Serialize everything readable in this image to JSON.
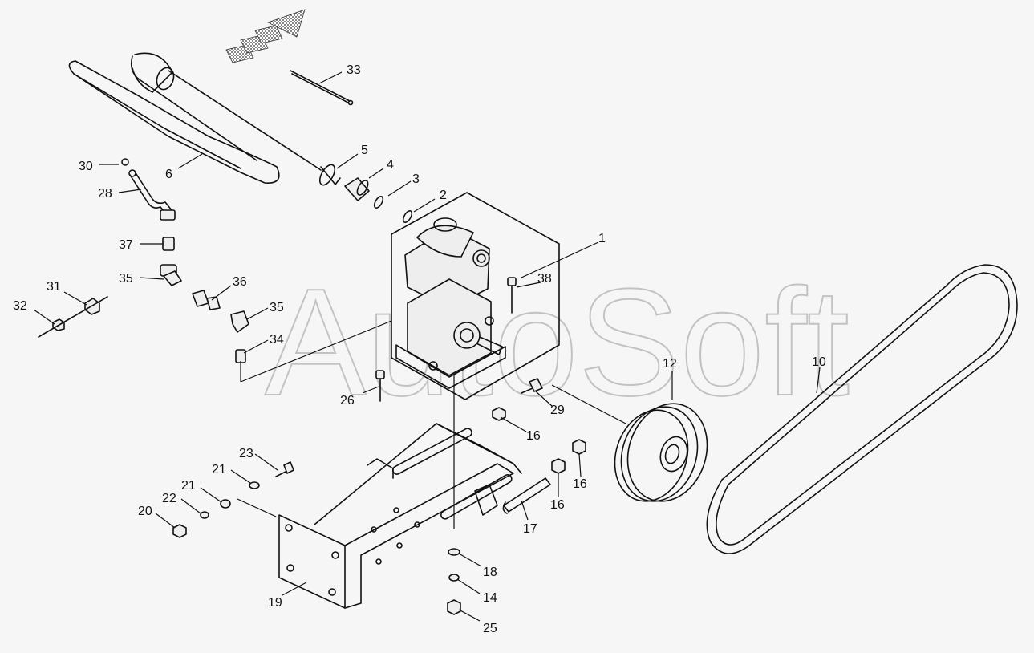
{
  "watermark": "AutoSoft",
  "callouts": {
    "c1": "1",
    "c2": "2",
    "c3": "3",
    "c4": "4",
    "c5": "5",
    "c6": "6",
    "c10": "10",
    "c12": "12",
    "c14": "14",
    "c16a": "16",
    "c16b": "16",
    "c16c": "16",
    "c17": "17",
    "c18": "18",
    "c19": "19",
    "c20": "20",
    "c21a": "21",
    "c21b": "21",
    "c22": "22",
    "c23": "23",
    "c25": "25",
    "c26": "26",
    "c28": "28",
    "c29": "29",
    "c30": "30",
    "c31": "31",
    "c32": "32",
    "c33": "33",
    "c34": "34",
    "c35a": "35",
    "c35b": "35",
    "c36": "36",
    "c37": "37",
    "c38": "38"
  },
  "colors": {
    "line": "#111111",
    "background": "#f6f6f6",
    "watermark": "#bdbdbd"
  },
  "icons": {
    "direction": "forward-arrow-icon"
  }
}
